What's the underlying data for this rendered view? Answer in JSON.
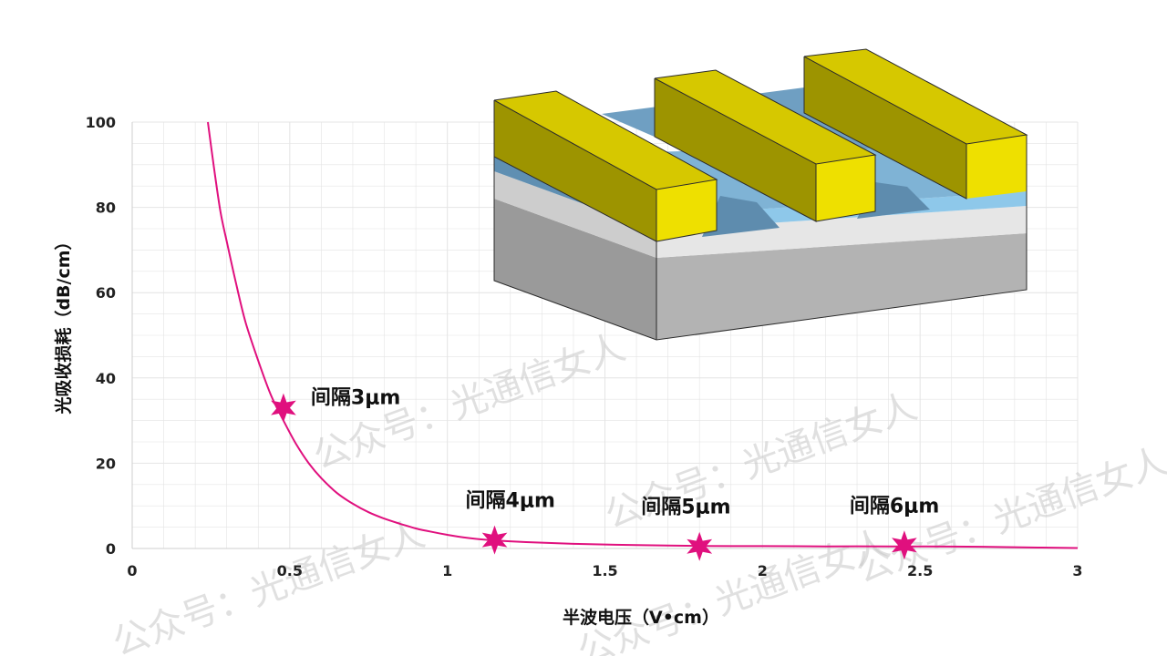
{
  "chart_data": {
    "type": "line",
    "xlabel": "半波电压（V•cm）",
    "ylabel": "光吸收损耗（dB/cm）",
    "xlim": [
      0,
      3
    ],
    "ylim": [
      0,
      100
    ],
    "xticks": [
      "0",
      "0.5",
      "1",
      "1.5",
      "2",
      "2.5",
      "3"
    ],
    "yticks": [
      "0",
      "20",
      "40",
      "60",
      "80",
      "100"
    ],
    "grid": true,
    "curve": {
      "x": [
        0.24,
        0.26,
        0.28,
        0.3,
        0.33,
        0.36,
        0.4,
        0.44,
        0.48,
        0.52,
        0.56,
        0.6,
        0.65,
        0.7,
        0.75,
        0.8,
        0.85,
        0.9,
        0.95,
        1.0,
        1.05,
        1.1,
        1.15,
        1.25,
        1.4,
        1.6,
        1.8,
        2.0,
        2.2,
        2.4,
        2.6,
        2.8,
        3.0
      ],
      "y": [
        100,
        89,
        79,
        72,
        62,
        53,
        44,
        36,
        30,
        24.5,
        20,
        16.5,
        13,
        10.5,
        8.5,
        7,
        5.8,
        4.7,
        3.9,
        3.2,
        2.6,
        2.2,
        1.9,
        1.5,
        1.1,
        0.8,
        0.6,
        0.55,
        0.5,
        0.5,
        0.45,
        0.3,
        0.1
      ]
    },
    "points": [
      {
        "x": 0.48,
        "y": 33,
        "label": "间隔3μm"
      },
      {
        "x": 1.15,
        "y": 2,
        "label": "间隔4μm"
      },
      {
        "x": 1.8,
        "y": 0.5,
        "label": "间隔5μm"
      },
      {
        "x": 2.45,
        "y": 0.8,
        "label": "间隔6μm"
      }
    ],
    "colors": {
      "curve": "#e0107e",
      "marker": "#e0107e",
      "grid": "#e4e4e4",
      "axis": "#cfcfcf"
    }
  },
  "watermark": "公众号：光通信女人"
}
